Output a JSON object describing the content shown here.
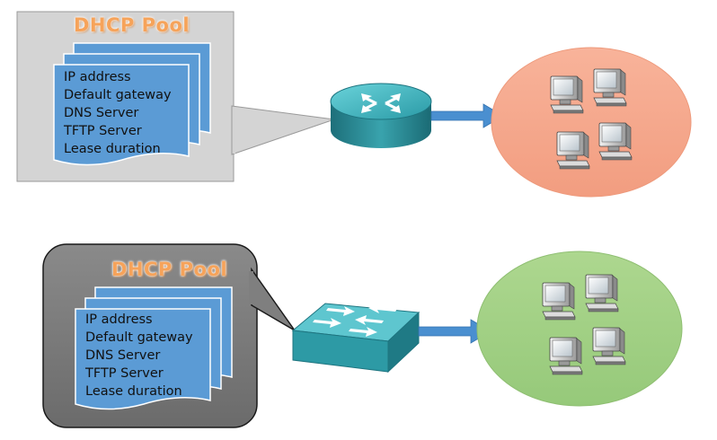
{
  "diagrams": [
    {
      "id": "router-scenario",
      "pool_title": "DHCP Pool",
      "pool_items": [
        "IP address",
        "Default gateway",
        "DNS Server",
        "TFTP Server",
        "Lease duration"
      ],
      "device": "router-icon",
      "network_color": "#f7a98a",
      "clients": 4
    },
    {
      "id": "switch-scenario",
      "pool_title": "DHCP Pool",
      "pool_items": [
        "IP address",
        "Default gateway",
        "DNS Server",
        "TFTP Server",
        "Lease duration"
      ],
      "device": "switch-icon",
      "network_color": "#a4d08a",
      "clients": 4
    }
  ],
  "colors": {
    "pool_box_light": "#d3d3d3",
    "pool_box_dark": "#7d7d7d",
    "document": "#5b9bd5",
    "device": "#2d8f9a",
    "arrow": "#4a8fd0",
    "title": "#f6a35a"
  }
}
